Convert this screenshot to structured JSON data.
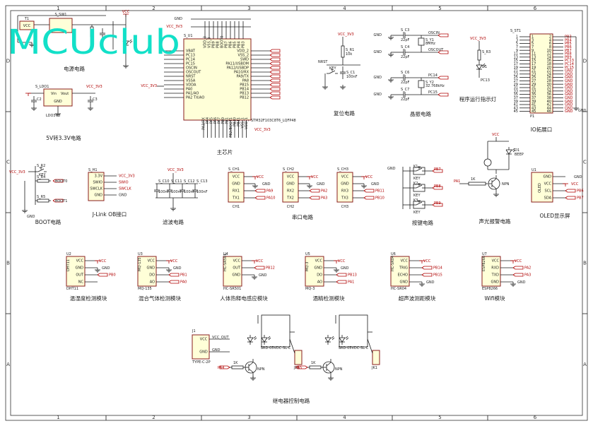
{
  "watermark": "MCUclub",
  "border": {
    "cols": [
      "1",
      "2",
      "3",
      "4",
      "5",
      "6"
    ],
    "rows": [
      "D",
      "C",
      "B",
      "A"
    ]
  },
  "power": {
    "caption": "电源电路",
    "ref": "S_SW1",
    "vcc": "VCC",
    "t1": "T1"
  },
  "ldo": {
    "caption": "5V转3.3V电路",
    "ref": "S_LDO1",
    "part": "LDO3V3",
    "vin": "Vin",
    "vout": "Vout",
    "gnd": "GND",
    "vcc3": "VCC_3V3",
    "c1": "C2",
    "c2": "C3"
  },
  "mcu": {
    "caption": "主芯片",
    "ref": "S_U1",
    "part": "STM32F103C8T6_LQFP48",
    "vcc": "VCC_3V3",
    "gnd": "GND",
    "left_pins": [
      "VBAT",
      "PC13",
      "PC14",
      "PC15",
      "OSCIN",
      "OSCOUT",
      "NRST",
      "VSSA",
      "VDDA",
      "PA0",
      "PA1/AO",
      "PA2 TX/AO"
    ],
    "right_pins": [
      "VDD_2",
      "VSS_2",
      "SWD",
      "PA11/USBDM",
      "PA12/USBDP",
      "PA10/RX",
      "PA9/TX",
      "PA8",
      "PB15",
      "PB14",
      "PB13",
      "PB12"
    ],
    "top_pins": [
      "VDD_3",
      "VSS_3",
      "PB9",
      "PB8",
      "BOOT0",
      "PB7",
      "PB6",
      "PB5",
      "PB4",
      "PB3"
    ],
    "bottom_pins": [
      "PA3/RX",
      "PA4",
      "PA5",
      "PA6",
      "PA7",
      "PB0",
      "PB1",
      "PB2/BOOT1",
      "PB10",
      "PB11",
      "VSS_1",
      "VDD_1"
    ]
  },
  "reset": {
    "caption": "复位电路",
    "vcc": "VCC_3V3",
    "r": "S_R1",
    "rv": "10k",
    "key": "KEY",
    "c": "S_C1",
    "cv": "100nF",
    "net": "NRST"
  },
  "crystal": {
    "caption": "晶振电路",
    "c1": "S_C3",
    "c1v": "22pF",
    "c2": "S_C4",
    "c2v": "22pF",
    "y1": "S_Y1",
    "y1v": "8MHz",
    "net1": "OSCIN",
    "net2": "OSCOUT",
    "c3": "S_C6",
    "c3v": "22pF",
    "c4": "S_C7",
    "c4v": "22pF",
    "y2": "S_Y2",
    "y2v": "32.768kHz",
    "net3": "PC14",
    "net4": "PC15",
    "gnd": "GND"
  },
  "led": {
    "caption": "程序运行指示灯",
    "vcc": "VCC_3V3",
    "r": "S_R3",
    "d": "D1",
    "net": "PC13"
  },
  "io": {
    "caption": "IO拓展口",
    "ref": "S_ST1",
    "part": "P1",
    "left": [
      "PA0",
      "PA1",
      "PA2",
      "PA3",
      "PA4",
      "PA5",
      "PA6",
      "PA7",
      "PB0",
      "PB1",
      "PB10",
      "PB11",
      "PB12",
      "PB13",
      "PB14",
      "PB15",
      "PA8",
      "PA9",
      "PA10",
      "PA11",
      "PA12",
      "PA15",
      "VCC_3V3"
    ],
    "right": [
      "PB3",
      "PB4",
      "PB5",
      "PB6",
      "PB7",
      "PB8",
      "PB9",
      "PC13",
      "PC14",
      "PC15",
      "GND",
      "GND",
      "GND",
      "GND",
      "GND",
      "GND",
      "GND",
      "GND",
      "GND",
      "GND",
      "GND",
      "GND",
      "GND"
    ],
    "gnd": "GND"
  },
  "boot": {
    "caption": "BOOT电路",
    "vcc": "VCC_3V3",
    "r1": "S_R2",
    "r2": "S_R4",
    "r3": "S_R5",
    "net1": "BOOT0",
    "net2": "BOOT1",
    "key": "KEY",
    "gnd": "GND"
  },
  "jlink": {
    "caption": "J-Link OB接口",
    "ref": "S_H1",
    "pins": [
      "3.3V",
      "SWIO",
      "SWCLK",
      "GND"
    ],
    "nets": [
      "VCC_3V3",
      "SWIO",
      "SWCLK",
      "GND"
    ]
  },
  "filter": {
    "caption": "滤波电路",
    "vcc": "VCC_3V3",
    "caps": [
      "S_C10",
      "S_C11",
      "S_C12",
      "S_C13"
    ],
    "vals": [
      "100nF",
      "100nF",
      "100nF",
      "100nF"
    ],
    "gnd": "GND"
  },
  "uart": {
    "caption": "串口电路",
    "mods": [
      {
        "ref": "S_CH1",
        "part": "CH1",
        "pins": [
          "VCC",
          "GND",
          "RX1",
          "TX1"
        ],
        "nets": [
          "VCC",
          "GND",
          "PA9",
          "PA10"
        ]
      },
      {
        "ref": "S_CH2",
        "part": "CH2",
        "pins": [
          "VCC",
          "GND",
          "RX2",
          "TX2"
        ],
        "nets": [
          "VCC",
          "GND",
          "PA2",
          "PA3"
        ]
      },
      {
        "ref": "S_CH3",
        "part": "CH3",
        "pins": [
          "VCC",
          "GND",
          "RX3",
          "TX3"
        ],
        "nets": [
          "VCC",
          "GND",
          "PB11",
          "PB10"
        ]
      }
    ]
  },
  "keys": {
    "caption": "按键电路",
    "items": [
      {
        "k": "K1",
        "n": "PB7"
      },
      {
        "k": "K2",
        "n": "PB8"
      },
      {
        "k": "K3",
        "n": "PB9"
      }
    ],
    "key": "KEY",
    "gnd": "GND"
  },
  "buzzer": {
    "caption": "声光报警电路",
    "vcc": "VCC",
    "d": "D1",
    "bp": "BEEP",
    "r": "1K",
    "q": "NPN",
    "net": "PA1",
    "gnd": "GND"
  },
  "oled": {
    "caption": "OLED显示屏",
    "ref": "U1",
    "part": "OLED",
    "pins": [
      "GND",
      "VCC",
      "SCL",
      "SDA"
    ],
    "nets": [
      "GND",
      "VCC",
      "PB6",
      "PB7"
    ]
  },
  "sensors": [
    {
      "caption": "温湿度检测模块",
      "ref": "U2",
      "part": "DHT11",
      "pins": [
        "VCC",
        "GND",
        "OUT",
        "NC"
      ],
      "nets": [
        "VCC",
        "GND",
        "PB0",
        ""
      ]
    },
    {
      "caption": "混合气体检测模块",
      "ref": "U3",
      "part": "MQ-135",
      "pins": [
        "VCC",
        "GND",
        "DO",
        "AO"
      ],
      "nets": [
        "VCC",
        "GND",
        "PB1",
        "PA0"
      ]
    },
    {
      "caption": "人体热释电感应模块",
      "ref": "U4",
      "part": "HC-SR501",
      "pins": [
        "VCC",
        "OUT",
        "GND"
      ],
      "nets": [
        "VCC",
        "PB12",
        "GND"
      ]
    },
    {
      "caption": "酒精检测模块",
      "ref": "U5",
      "part": "MQ-3",
      "pins": [
        "VCC",
        "GND",
        "DO",
        "AO"
      ],
      "nets": [
        "VCC",
        "GND",
        "PB13",
        "PA1"
      ]
    },
    {
      "caption": "超声波测距模块",
      "ref": "U6",
      "part": "HC-SR04",
      "pins": [
        "VCC",
        "TRIG",
        "ECHO",
        "GND"
      ],
      "nets": [
        "VCC",
        "PB14",
        "PB15",
        "GND"
      ]
    },
    {
      "caption": "Wifi模块",
      "ref": "U7",
      "part": "ESP8266",
      "pins": [
        "VCC",
        "RXD",
        "TXD",
        "GND"
      ],
      "nets": [
        "VCC",
        "PA2",
        "PA3",
        "GND"
      ]
    }
  ],
  "relay": {
    "caption": "继电器控制电路",
    "ref": "J1",
    "pins": [
      "VCC",
      "GND"
    ],
    "part": "TYPE-C-2P",
    "vcc": "VCC_OUT",
    "gnd": "GND",
    "r1": "1K",
    "r2": "1K",
    "q": "NPN",
    "k1": "SRD-05VDC-SL-C",
    "k2": "SRD-05VDC-SL-C",
    "j2": "JK1",
    "j3": "JK1",
    "net1": "PA4",
    "net2": "PA5"
  }
}
